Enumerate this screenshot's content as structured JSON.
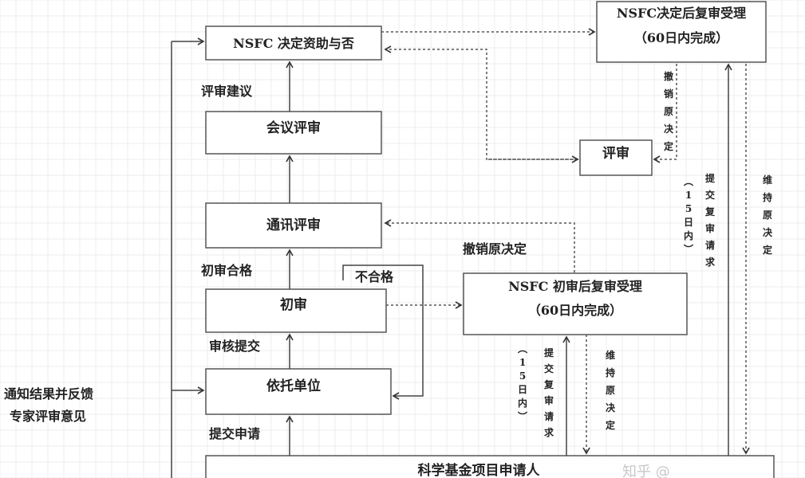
{
  "nodes": {
    "decision": "NSFC 决定资助与否",
    "meeting_review": "会议评审",
    "comm_review": "通讯评审",
    "initial_review": "初审",
    "host_unit": "依托单位",
    "applicant": "科学基金项目申请人",
    "post_decision_recheck": [
      "NSFC决定后复审受理",
      "（60日内完成）"
    ],
    "review": "评审",
    "post_initial_recheck": [
      "NSFC 初审后复审受理",
      "（60日内完成）"
    ]
  },
  "labels": {
    "review_advice": "评审建议",
    "initial_pass": "初审合格",
    "fail": "不合格",
    "audit_submit": "审核提交",
    "submit_application": "提交申请",
    "notify": [
      "通知结果并反馈",
      "专家评审意见"
    ],
    "revoke_horizontal": "撤销原决定",
    "revoke_vertical": "撤销原决定",
    "submit_recheck_top": "提交复审请求",
    "within_15_top": "（15日内）",
    "maintain_top": "维持原决定",
    "submit_recheck_bottom": "提交复审请求",
    "within_15_bottom": "（15日内）",
    "maintain_bottom": "维持原决定"
  },
  "watermark": "知乎 @"
}
